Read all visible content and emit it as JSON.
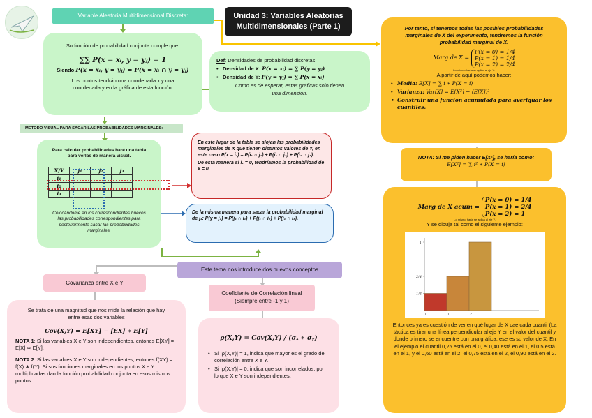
{
  "logo_label": "paper-plane-logo",
  "header": {
    "title_line1": "Unidad  3: Variables Aleatorias",
    "title_line2": "Multidimensionales (Parte 1)",
    "discrete_title": "Variable Aleatoria Multidimensional Discreta:"
  },
  "joint_prob": {
    "intro": "Su función de probabilidad conjunta cumple que:",
    "sum_formula": "∑∑ P(x = xᵢ, y = yⱼ) = 1",
    "siendo_label": "Siendo",
    "siendo_formula": "P(x = xᵢ, y = yⱼ) = P(x = xᵢ ∩ y = yⱼ)",
    "note_line1": "Los puntos tendrán una coordenada x y una",
    "note_line2": "coordenada y en la gráfica de esta función."
  },
  "densities": {
    "def_label": "Def",
    "def_text": ": Densidades de probabilidad discretas:",
    "x_label": "Densidad de X:",
    "x_formula": "P(x = xᵢ) = ∑ P(y = yⱼ)",
    "y_label": "Densidad de Y:",
    "y_formula": "P(y = yⱼ) = ∑ P(x = xᵢ)",
    "note": "Como es de esperar, estas gráficas solo tienen una dimensión."
  },
  "visual_method": {
    "title": "MÉTODO VISUAL PARA SACAR LAS PROBABILIDADES MARGINALES:",
    "intro": "Para calcular probabilidades haré una tabla para verlas de manera visual.",
    "table_header": [
      "X/Y",
      "j₁",
      "j₂",
      "j₃"
    ],
    "table_rows": [
      "i₁",
      "i₂",
      "i₃"
    ],
    "note": "Colocándome en los correspondientes huecos las probabilidades correspondientes para posteriormente sacar las probabilidades marginales."
  },
  "red_note": {
    "text": "En este lugar de la tabla se alojan las probabilidades marginales de X que tienen distintos valores de Y, en este caso P(x = i₁) = P(i₁ ∩ j₁) + P(i₁ ∩ j₂) + P(i₁ ∩ j₃).",
    "text2": "De esta manera si i₁ = 0, tendríamos la probabilidad de x = 0."
  },
  "blue_note": {
    "text": "De la misma manera para sacar la probabilidad marginal de j₁: P(y = j₁) = P(j₁ ∩ i₁) + P(j₁ ∩ i₂) + P(j₁ ∩ i₃)."
  },
  "topic_intro": "Este tema nos introduce dos nuevos conceptos",
  "covariance": {
    "title": "Covarianza entre X e Y",
    "desc": "Se trata de una magnitud que nos mide la relación que hay entre esas dos variables",
    "formula": "Cov(X,Y) = E[XY] − [EX] ∗ E[Y]",
    "nota1_label": "NOTA 1",
    "nota1_text": ": Si las variables X e Y son independientes, entones E[XY] = E[X] ∗ E[Y],",
    "nota2_label": "NOTA 2",
    "nota2_text": ": Si las variables X e Y son independientes, entones f(XY) = f(X) ∗ f(Y). Si sus funciones marginales en los puntos X e Y multiplicadas dan la función probabilidad conjunta en esos mismos puntos."
  },
  "correlation": {
    "title_line1": "Coeficiente de Correlación lineal",
    "title_line2": "(Siempre entre -1 y 1)",
    "formula": "ρ(X,Y) = Cov(X,Y) / (σₓ ∗ σᵧ)",
    "bullet1": "Si |ρ(X,Y)| = 1, indica que mayor es el grado de correlación entre X e Y.",
    "bullet2": "Si |ρ(X,Y)| = 0, indica que son incorrelados, por lo que X e Y son independientes."
  },
  "marginal_x": {
    "intro": "Por tanto, si tenemos todas las posibles probabilidades marginales de X del experimento, tendremos la función probabilidad marginal de X.",
    "marg_label": "Marg de X =",
    "cases": [
      "P(x = 0) = 1/4",
      "P(x = 1) = 1/4",
      "P(x = 2) = 2/4"
    ],
    "tiny_note": "Lo mismo haría se aplica al eje Y.",
    "from_here": "A partir de aquí podemos hacer:",
    "media_label": "Media:",
    "media_formula": "E[X] = ∑ i ∗ P(X = i)",
    "varianza_label": "Varianza:",
    "varianza_formula": "Var[X] = E[X²] − (E[X])²",
    "construir": "Construir una función acumulada para averiguar los cuantiles."
  },
  "nota_e2": {
    "text": "NOTA: Si me piden hacer E[X²], se haría como:",
    "formula": "E[X²] = ∑ i² ∗ P(X = i)"
  },
  "cumulative": {
    "label": "Marg de X acum =",
    "cases": [
      "P(x = 0) = 1/4",
      "P(x = 1) = 2/4",
      "P(x = 2) = 1"
    ],
    "tiny_note": "Lo mismo haría se aplica al eje Y.",
    "draw_note": "Y se dibuja tal como el siguiente ejemplo:",
    "explanation": "Entonces ya es cuestión de ver en qué lugar de X cae cada cuantil (La táctica es tirar una línea perpendicular al eje Y en el valor del cuantil y donde primero se encuentre con una gráfica, ese es su valor de X. En el ejemplo el cuantil 0,25 está en el 0, el 0,40 está en el 1, el 0,5 está en el 1, y el 0,60 está en el 2, el 0,75 está en el 2, el 0,90 está en el 2."
  },
  "chart_data": {
    "type": "bar",
    "categories": [
      "0",
      "1",
      "2"
    ],
    "values": [
      0.25,
      0.5,
      1.0
    ],
    "colors": [
      "#c0392b",
      "#c8863a",
      "#c8963f"
    ],
    "y_ticks": [
      "1/4",
      "2/4",
      "1"
    ],
    "x_ticks": [
      "0",
      "1",
      "2"
    ],
    "ylim": [
      0,
      1
    ]
  }
}
